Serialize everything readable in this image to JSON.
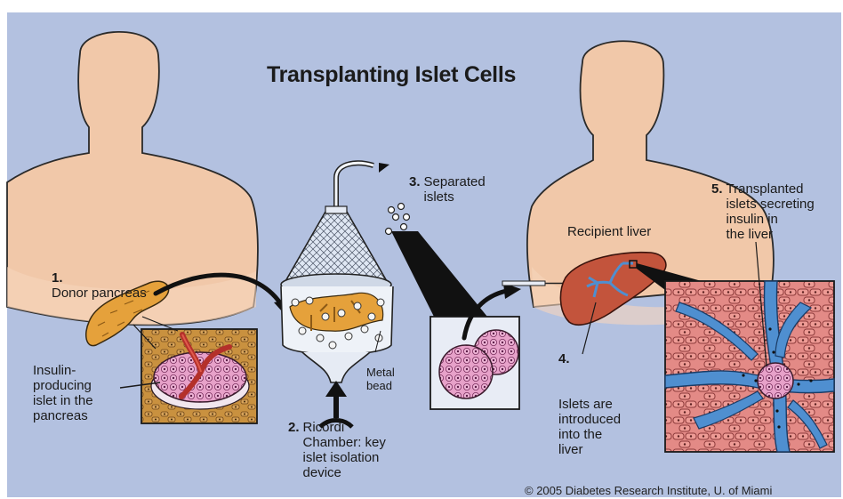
{
  "title": "Transplanting Islet Cells",
  "steps": [
    {
      "num": "1.",
      "text": "Donor pancreas"
    },
    {
      "num": "2.",
      "text": "Ricordi\nChamber: key\nislet isolation\ndevice"
    },
    {
      "num": "3.",
      "text": "Separated\nislets"
    },
    {
      "num": "4.",
      "text": "\nIslets are\nintroduced\ninto the\nliver"
    },
    {
      "num": "5.",
      "text": "Transplanted\nislets secreting\ninsulin in\nthe liver"
    }
  ],
  "labels": {
    "insulin_islet": "Insulin-\nproducing\nislet in the\npancreas",
    "metal_bead": "Metal\nbead",
    "recipient_liver": "Recipient liver"
  },
  "credit": "© 2005 Diabetes Research Institute, U. of Miami",
  "colors": {
    "background": "#b3c1e0",
    "skin": "#f1c8a9",
    "pancreas": "#e5a13b",
    "liver": "#c3543c",
    "vessel": "#4f8fd0",
    "islet": "#d98ab8",
    "tissue": "#df8a84"
  }
}
